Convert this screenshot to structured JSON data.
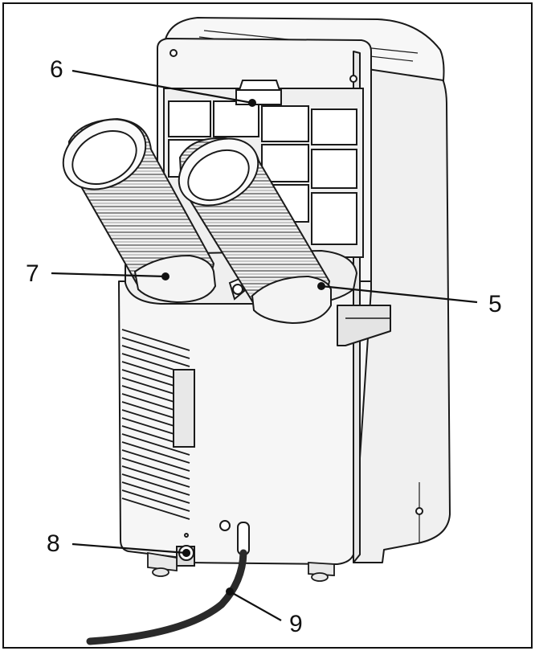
{
  "callouts": [
    {
      "id": "c6",
      "label": "6"
    },
    {
      "id": "c7",
      "label": "7"
    },
    {
      "id": "c5",
      "label": "5"
    },
    {
      "id": "c8",
      "label": "8"
    },
    {
      "id": "c9",
      "label": "9"
    }
  ],
  "colors": {
    "outline": "#1a1a1a",
    "body_fill": "#f4f4f4",
    "panel_fill": "#ececec",
    "drain_hose": "#2a2a2a"
  }
}
